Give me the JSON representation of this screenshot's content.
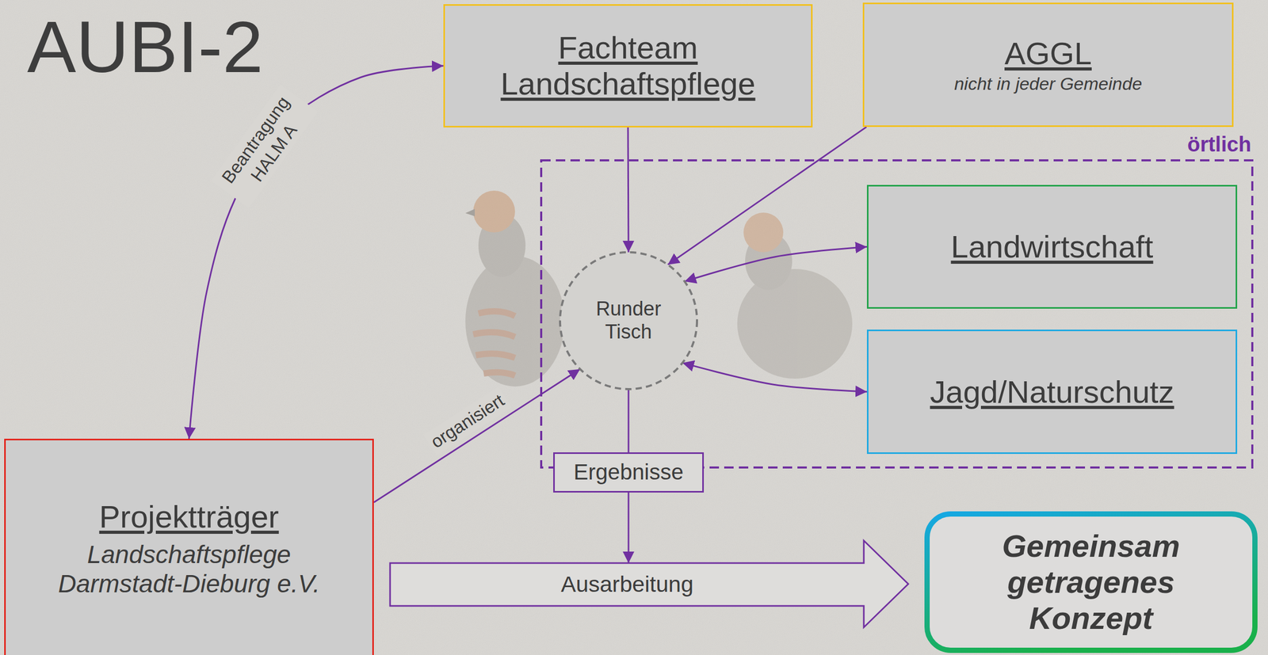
{
  "diagram": {
    "title": "AUBI-2",
    "nodes": [
      {
        "text": [
          "Fachteam Landschaftspflege"
        ]
      },
      {
        "text": [
          "AGGL",
          "nicht in jeder Gemeinde"
        ]
      },
      {
        "text": [
          "örtlich"
        ]
      },
      {
        "text": [
          "Runder Tisch"
        ],
        "in": 2
      },
      {
        "text": [
          "Landwirtschaft"
        ],
        "in": 2
      },
      {
        "text": [
          "Jagd/Naturschutz"
        ],
        "in": 2
      },
      {
        "text": [
          "Ergebnisse"
        ]
      },
      {
        "text": [
          "Projektträger",
          "Landschaftspflege Darmstadt-Dieburg e.V."
        ]
      },
      {
        "text": [
          "Ausarbeitung"
        ]
      },
      {
        "text": [
          "Gemeinsam getragenes Konzept"
        ]
      }
    ],
    "edges": [
      {
        "from": 7,
        "to": 0,
        "arrow": "both",
        "label": "Beantragung HALM A"
      },
      {
        "from": 0,
        "to": 3,
        "arrow": "to"
      },
      {
        "from": 1,
        "to": 3,
        "arrow": "to"
      },
      {
        "from": 3,
        "to": 4,
        "arrow": "both"
      },
      {
        "from": 3,
        "to": 5,
        "arrow": "both"
      },
      {
        "from": 7,
        "to": 3,
        "arrow": "to",
        "label": "organisiert"
      },
      {
        "from": 3,
        "to": 6,
        "arrow": "none"
      },
      {
        "from": 6,
        "to": 8,
        "arrow": "to"
      }
    ]
  }
}
